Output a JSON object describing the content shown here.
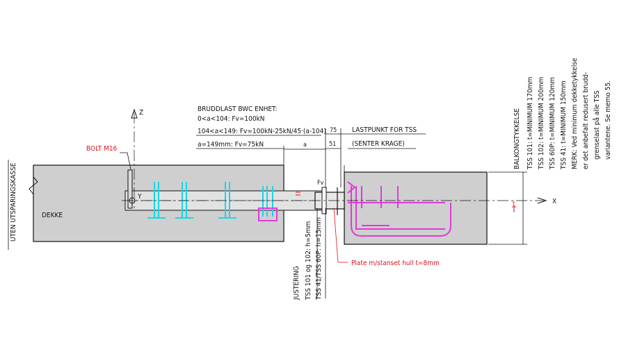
{
  "labels": {
    "z_axis": "Z",
    "x_axis": "X",
    "y_axis": "Y",
    "bolt": "BOLT M16",
    "side_label": "UTEN UTSPARINGSKASSE",
    "dekke": "DEKKE",
    "fv": "Fv",
    "dim_a": "a",
    "dim_75": "75",
    "dim_51": "51",
    "thickness_t": "t",
    "lastpunkt": "LASTPUNKT FOR TSS",
    "senter_krage": "(SENTER KRAGE)",
    "plate": "Plate m/stanset hull t=8mm"
  },
  "bruddlast": [
    "BRUDDLAST BWC ENHET:",
    "0<a<104: Fv=100kN",
    "104<a<149: Fv=100kN-25kN/45·(a-104)",
    "a=149mm: Fv=75kN"
  ],
  "justering": [
    "JUSTERING",
    "TSS 101 og 102: h=5mm",
    "TSS 41/TSS 60P: h=15mm"
  ],
  "balkong": [
    "BALKONGTYKKELSE",
    "TSS 101: t=MINIMUM 170mm",
    "TSS 102: t=MINIMUM 200mm",
    "TSS 60P: t=MINIMUM 120mm",
    "TSS 41: t=MINIMUM 150mm",
    "MERK: Ved minimum dekketykkelse",
    "er det anbefalt redusert brudd-",
    "grenselast på alle TSS",
    "variantene. Se memo 55."
  ],
  "colors": {
    "concrete": "#cfcfcf",
    "line": "#111111",
    "cyan": "#19d6e6",
    "magenta": "#e03ad8",
    "red": "#e0101a"
  }
}
